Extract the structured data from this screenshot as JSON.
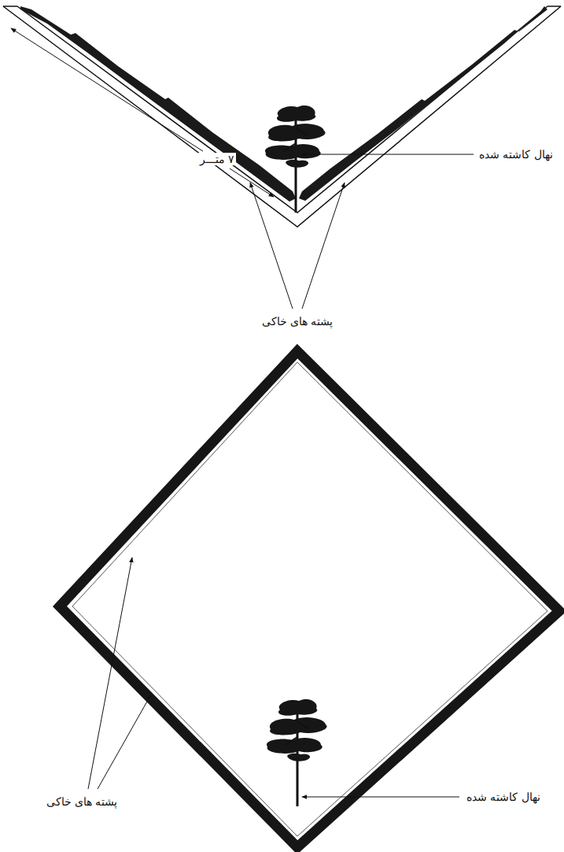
{
  "diagram": {
    "labels": [
      "۷ متـــر",
      "نهال کاشته شده",
      "پشته های خاکی",
      "پشته های خاکی",
      "نهال کاشته شده"
    ]
  }
}
